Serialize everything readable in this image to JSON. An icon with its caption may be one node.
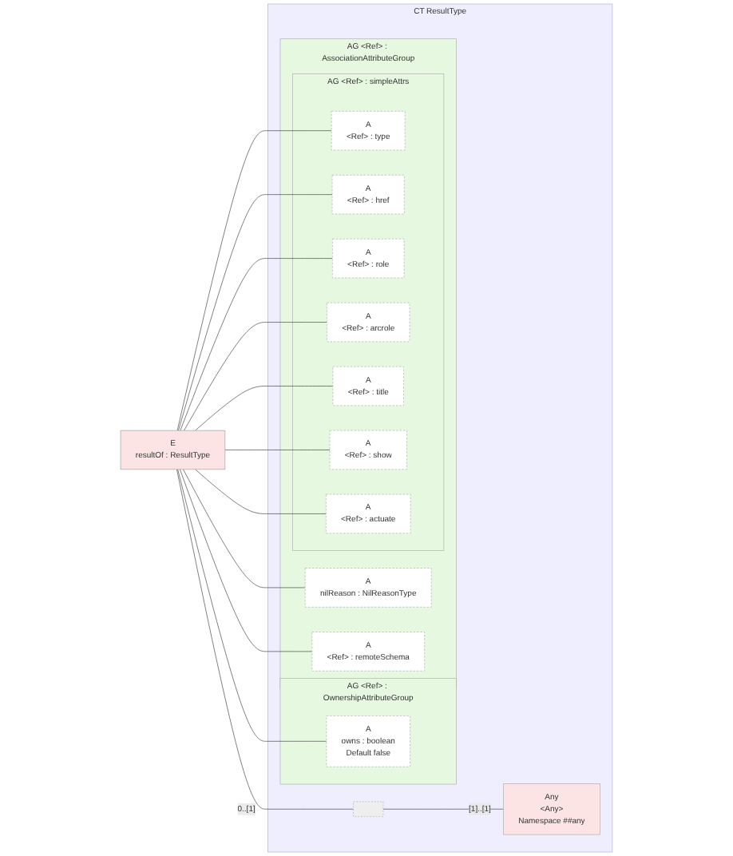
{
  "diagram": {
    "nodes": [
      {
        "text": [
          "E",
          "resultOf : ResultType"
        ]
      },
      {
        "text": [
          "CT",
          "ResultType"
        ]
      },
      {
        "text": [
          "AG",
          "<Ref> : OwnershipAttributeGroup"
        ],
        "in": 1
      },
      {
        "text": [
          "A",
          "owns : boolean",
          "Default false"
        ],
        "in": 2
      },
      {
        "text": [
          "AG",
          "<Ref> : AssociationAttributeGroup"
        ],
        "in": 1
      },
      {
        "text": [
          "AG",
          "<Ref> : simpleAttrs"
        ],
        "in": 4
      },
      {
        "text": [
          "A",
          "<Ref> : type"
        ],
        "in": 5
      },
      {
        "text": [
          "A",
          "<Ref> : href"
        ],
        "in": 5
      },
      {
        "text": [
          "A",
          "<Ref> : role"
        ],
        "in": 5
      },
      {
        "text": [
          "A",
          "<Ref> : arcrole"
        ],
        "in": 5
      },
      {
        "text": [
          "A",
          "<Ref> : title"
        ],
        "in": 5
      },
      {
        "text": [
          "A",
          "<Ref> : show"
        ],
        "in": 5
      },
      {
        "text": [
          "A",
          "<Ref> : actuate"
        ],
        "in": 5
      },
      {
        "text": [
          "A",
          "nilReason : NilReasonType"
        ],
        "in": 4
      },
      {
        "text": [
          "A",
          "<Ref> : remoteSchema"
        ],
        "in": 4
      },
      {
        "text": [],
        "shape": "box",
        "in": 1
      },
      {
        "text": [
          "Any",
          "<Any>",
          "Namespace ##any"
        ],
        "in": 1
      }
    ],
    "edges": [
      {
        "from": 0,
        "to": 3,
        "arrow": "none"
      },
      {
        "from": 0,
        "to": 6,
        "arrow": "none"
      },
      {
        "from": 0,
        "to": 7,
        "arrow": "none"
      },
      {
        "from": 0,
        "to": 8,
        "arrow": "none"
      },
      {
        "from": 0,
        "to": 9,
        "arrow": "none"
      },
      {
        "from": 0,
        "to": 10,
        "arrow": "none"
      },
      {
        "from": 0,
        "to": 11,
        "arrow": "none"
      },
      {
        "from": 0,
        "to": 12,
        "arrow": "none"
      },
      {
        "from": 0,
        "to": 13,
        "arrow": "none"
      },
      {
        "from": 0,
        "to": 14,
        "arrow": "none"
      },
      {
        "from": 0,
        "to": 15,
        "label": "0..[1]",
        "arrow": "none"
      },
      {
        "from": 15,
        "to": 16,
        "label": "[1]..[1]",
        "arrow": "none"
      }
    ]
  }
}
